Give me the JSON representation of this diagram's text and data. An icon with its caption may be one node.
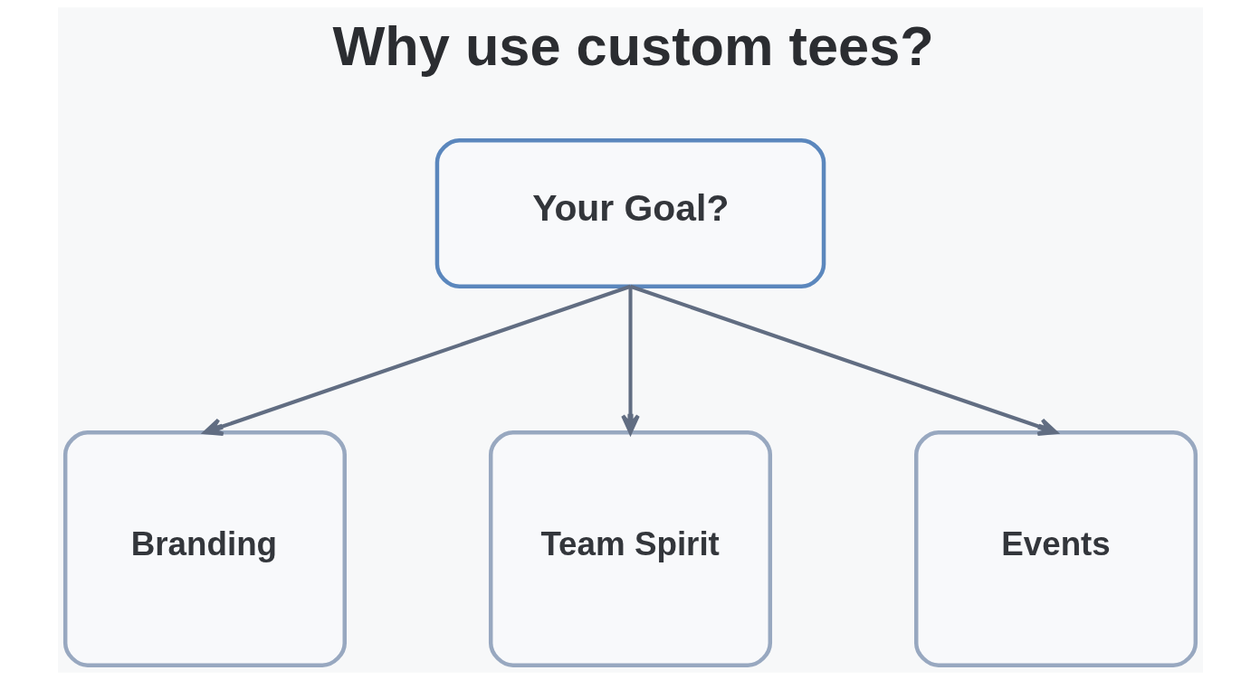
{
  "diagram": {
    "title": "Why use custom tees?",
    "nodes": [
      {
        "text": [
          "Your Goal?"
        ]
      },
      {
        "text": [
          "Branding"
        ]
      },
      {
        "text": [
          "Team Spirit"
        ]
      },
      {
        "text": [
          "Events"
        ]
      }
    ],
    "edges": [
      {
        "from": 0,
        "to": 1,
        "arrow": "to"
      },
      {
        "from": 0,
        "to": 2,
        "arrow": "to"
      },
      {
        "from": 0,
        "to": 3,
        "arrow": "to"
      }
    ]
  }
}
